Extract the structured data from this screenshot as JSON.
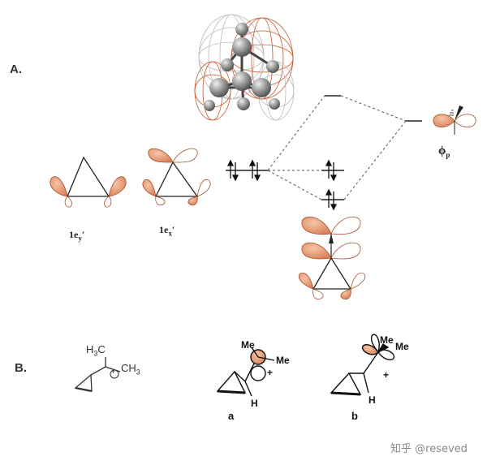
{
  "section_a": "A.",
  "section_b": "B.",
  "orbital_labels": {
    "ey": "1e",
    "ey_sub": "y",
    "ex": "1e",
    "ex_sub": "x",
    "phi": "ϕ",
    "phi_sub": "p"
  },
  "prime": "′",
  "struct_left": {
    "h3c": "H",
    "h3c_sub": "3",
    "h3c_end": "C",
    "ch3": "CH",
    "ch3_sub": "3",
    "plus": "+"
  },
  "struct_a": {
    "me1": "Me",
    "me2": "Me",
    "plus": "+",
    "h": "H",
    "caption": "a"
  },
  "struct_b": {
    "me1": "Me",
    "me2": "Me",
    "plus": "+",
    "h": "H",
    "caption": "b"
  },
  "watermark": "知乎 @reseved",
  "colors": {
    "lobe": "#e8a07a",
    "lobe_stroke": "#a5502c",
    "line": "#222222",
    "dashed": "#444444"
  }
}
